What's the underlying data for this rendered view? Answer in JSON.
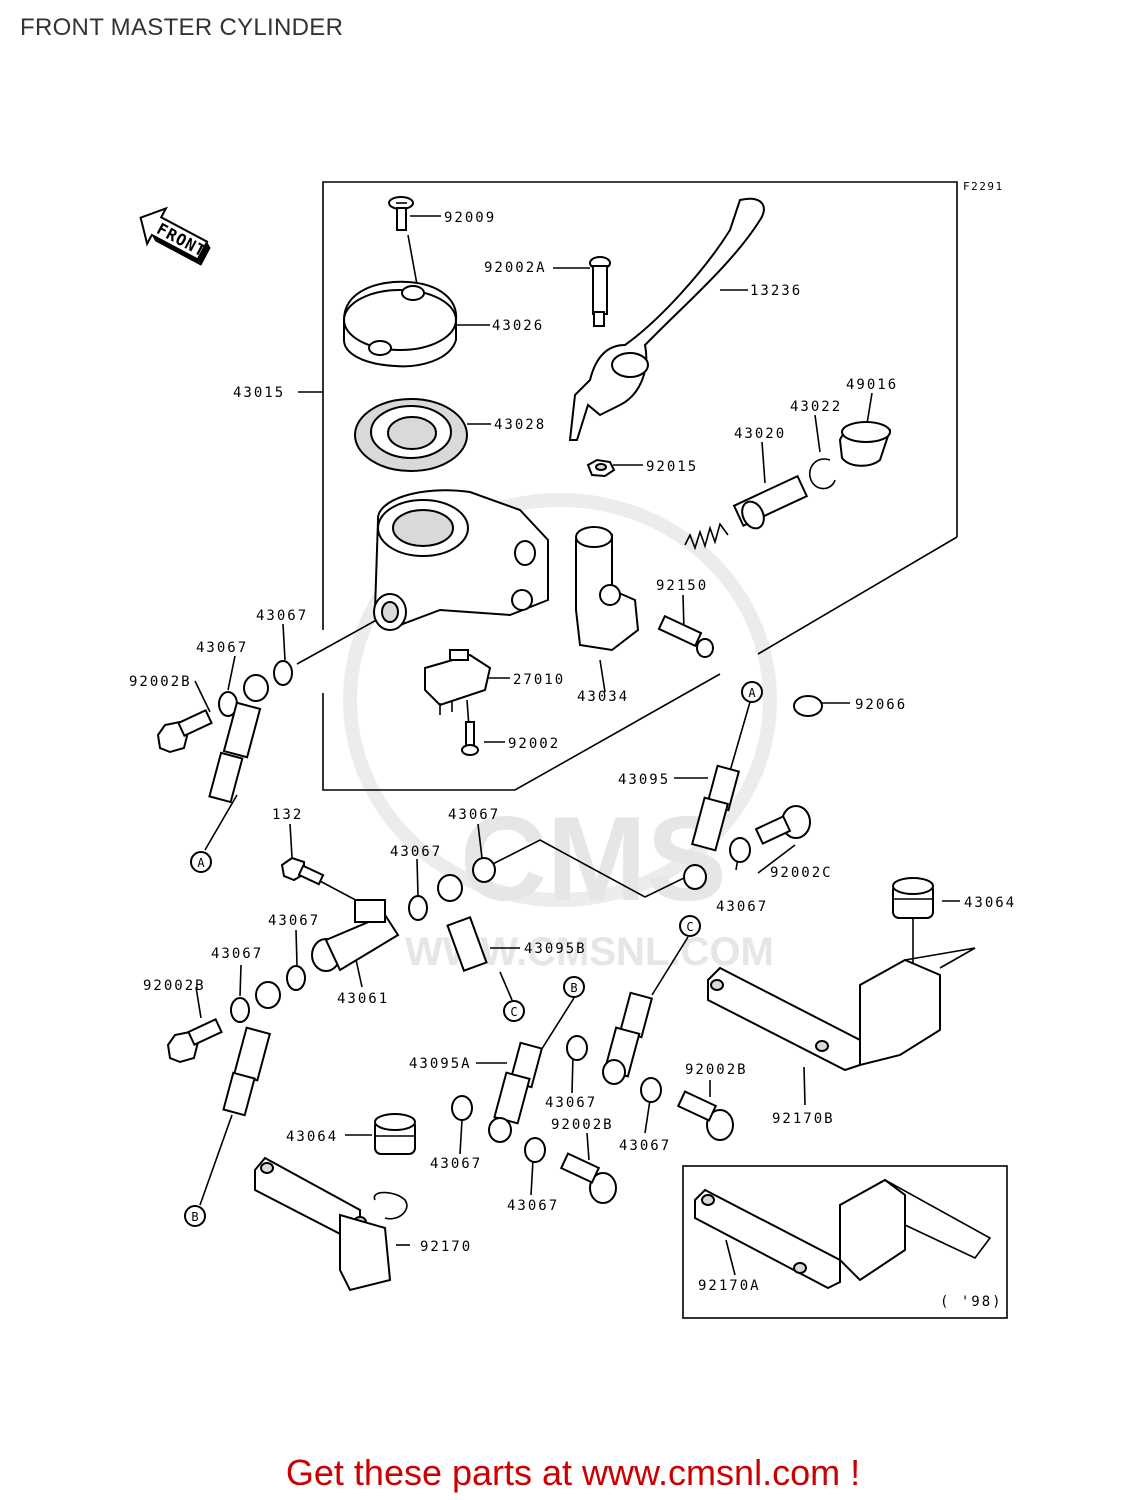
{
  "title": "FRONT MASTER CYLINDER",
  "diagram": {
    "code": "F2291",
    "front_arrow_label": "FRONT",
    "watermark": {
      "brand": "CMS",
      "url": "WWW.CMSNL.COM"
    },
    "year_note": "( '98)",
    "labels": {
      "p92009": "92009",
      "p92002A": "92002A",
      "p13236": "13236",
      "p43026": "43026",
      "p43015": "43015",
      "p43028": "43028",
      "p49016": "49016",
      "p43022": "43022",
      "p43020": "43020",
      "p92015": "92015",
      "p92150": "92150",
      "p43067_a": "43067",
      "p43067_b": "43067",
      "p92002B_a": "92002B",
      "p27010": "27010",
      "p43034": "43034",
      "p92066": "92066",
      "p92002": "92002",
      "p43095": "43095",
      "p132": "132",
      "p43067_c": "43067",
      "p43067_d": "43067",
      "p92002C": "92002C",
      "p43067_e": "43067",
      "p43064_a": "43064",
      "p43067_f": "43067",
      "p43095B": "43095B",
      "p43067_g": "43067",
      "p92002B_b": "92002B",
      "p43061": "43061",
      "p43095A": "43095A",
      "p43067_h": "43067",
      "p92002B_c": "92002B",
      "p92170B": "92170B",
      "p43064_b": "43064",
      "p43067_i": "43067",
      "p92002B_d": "92002B",
      "p43067_j": "43067",
      "p43067_k": "43067",
      "p92170": "92170",
      "p92170A": "92170A"
    },
    "ref_markers": [
      "A",
      "B",
      "C"
    ]
  },
  "cta": "Get these parts at www.cmsnl.com !",
  "colors": {
    "cta": "#cc0000",
    "title": "#333333",
    "watermark": "#e6e6e6"
  }
}
